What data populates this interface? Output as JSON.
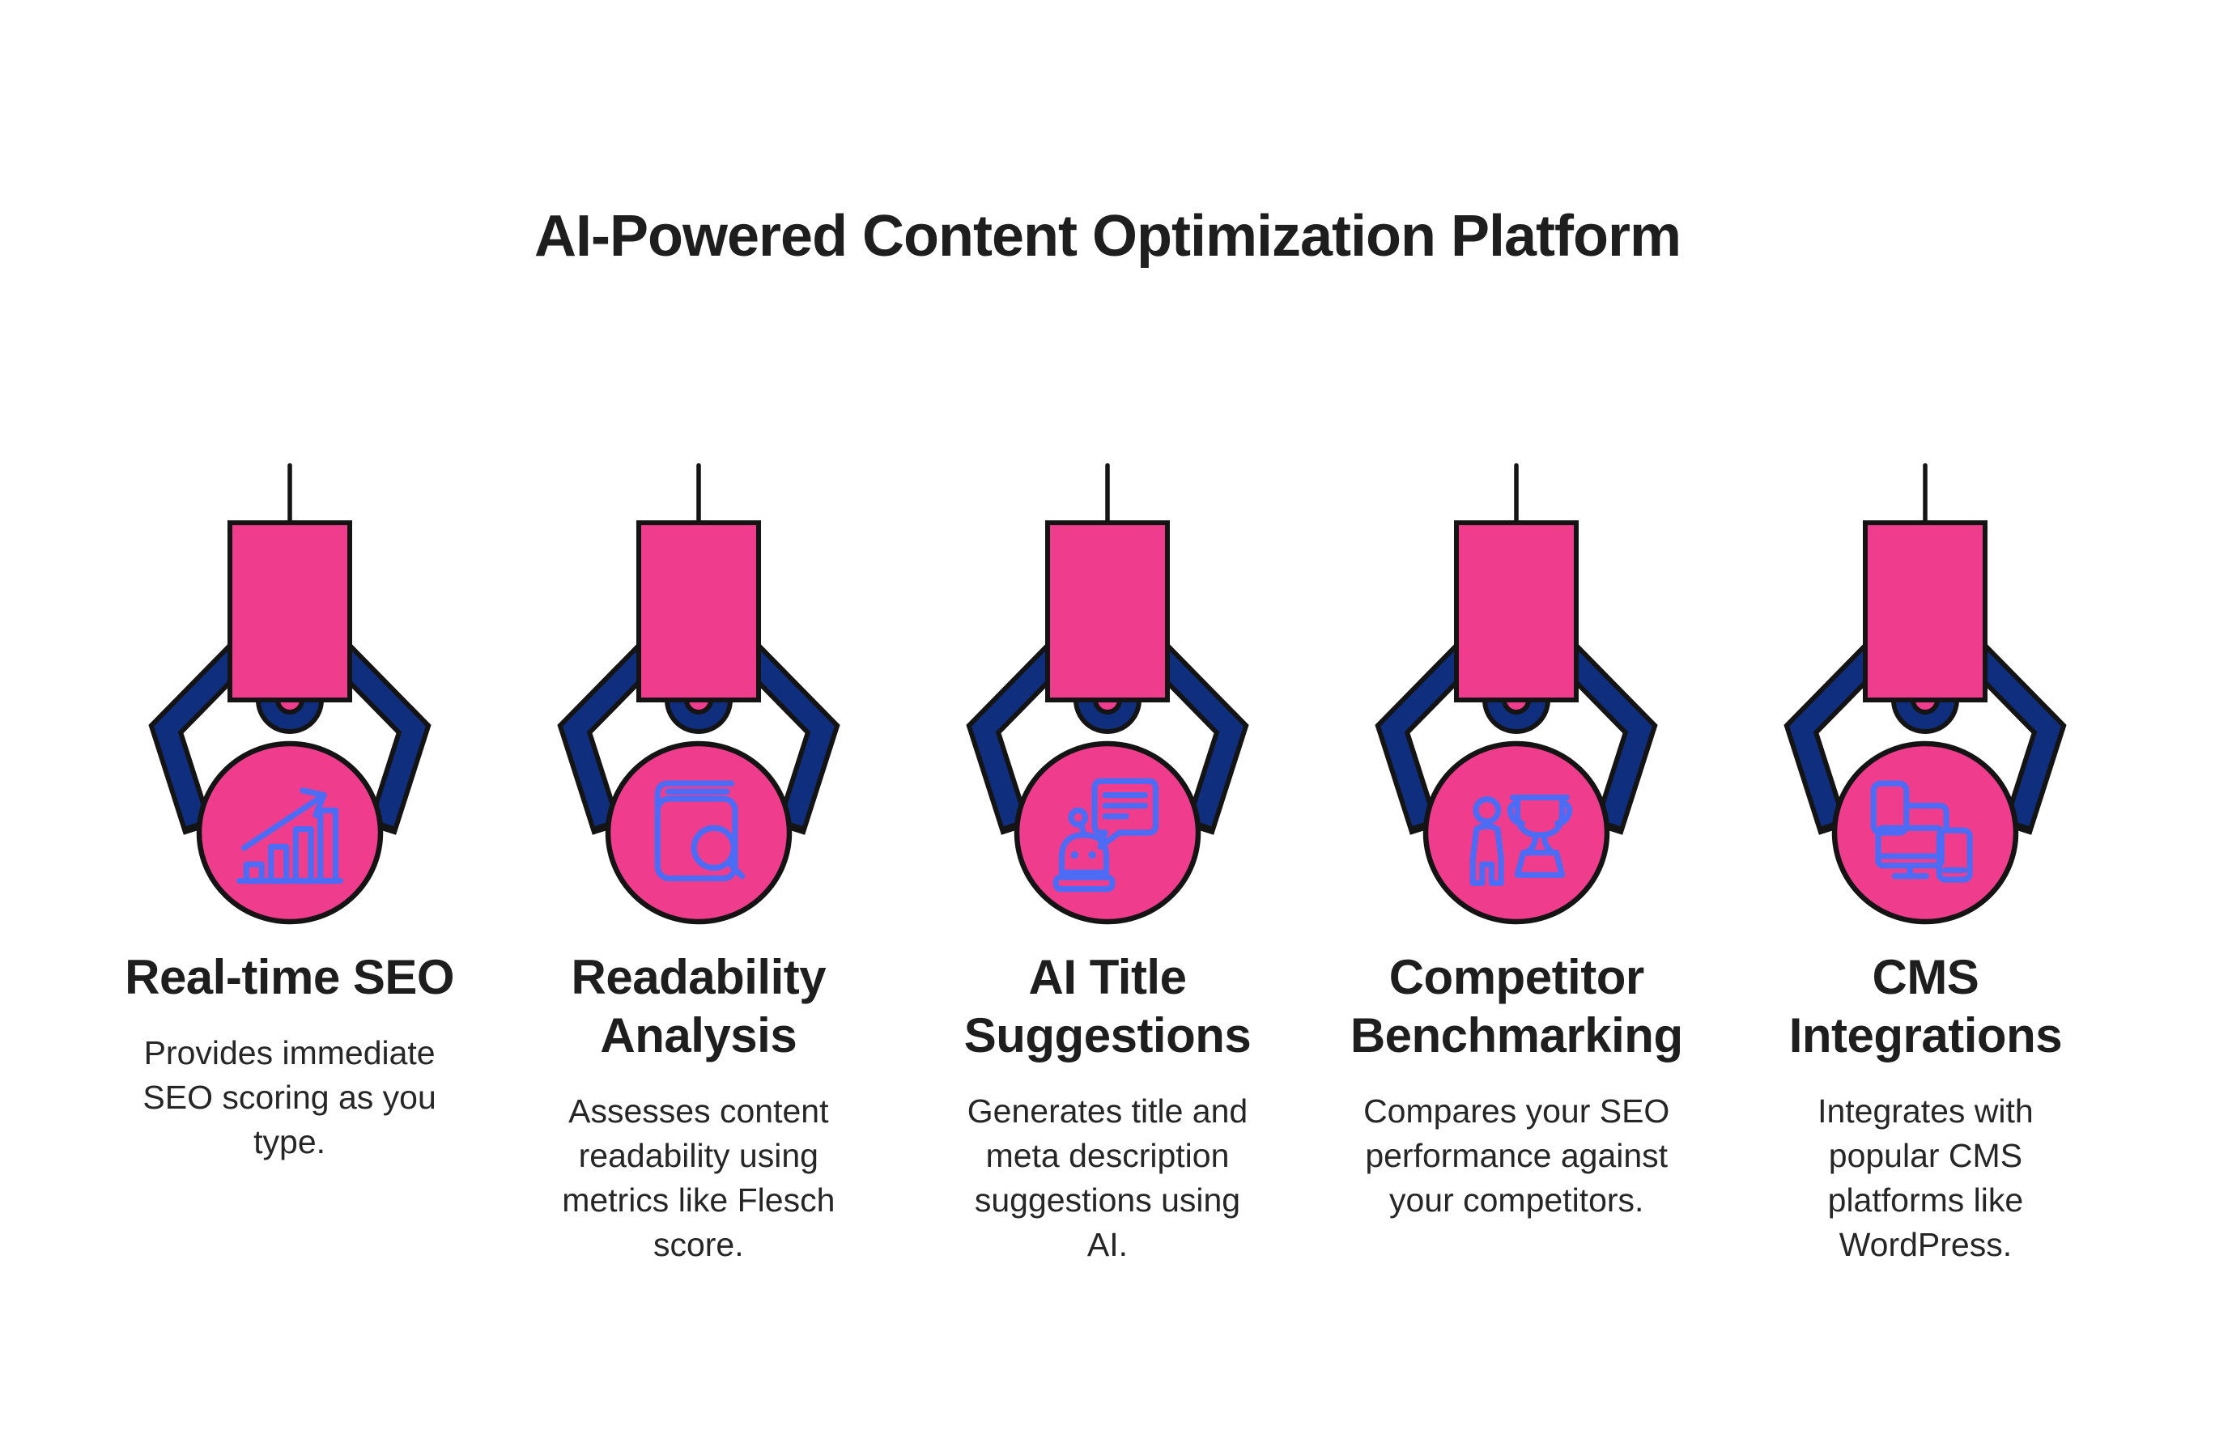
{
  "title": "AI-Powered Content Optimization Platform",
  "colors": {
    "pink": "#F03C8C",
    "navy": "#0F2E7E",
    "blue": "#4D6CF5",
    "ink": "#141414",
    "heading": "#1E1E1E",
    "text": "#262626",
    "background": "#FFFFFF"
  },
  "features": [
    {
      "icon": "bar-chart-growth-icon",
      "title": "Real-time SEO",
      "description": "Provides immediate\nSEO scoring as you\ntype."
    },
    {
      "icon": "book-magnifier-icon",
      "title": "Readability\nAnalysis",
      "description": "Assesses content\nreadability using\nmetrics like Flesch\nscore."
    },
    {
      "icon": "robot-chat-bubble-icon",
      "title": "AI Title\nSuggestions",
      "description": "Generates title and\nmeta description\nsuggestions using\nAI."
    },
    {
      "icon": "person-trophy-icon",
      "title": "Competitor\nBenchmarking",
      "description": "Compares your SEO\nperformance against\nyour competitors."
    },
    {
      "icon": "connected-devices-icon",
      "title": "CMS\nIntegrations",
      "description": "Integrates with\npopular CMS\nplatforms like\nWordPress."
    }
  ]
}
